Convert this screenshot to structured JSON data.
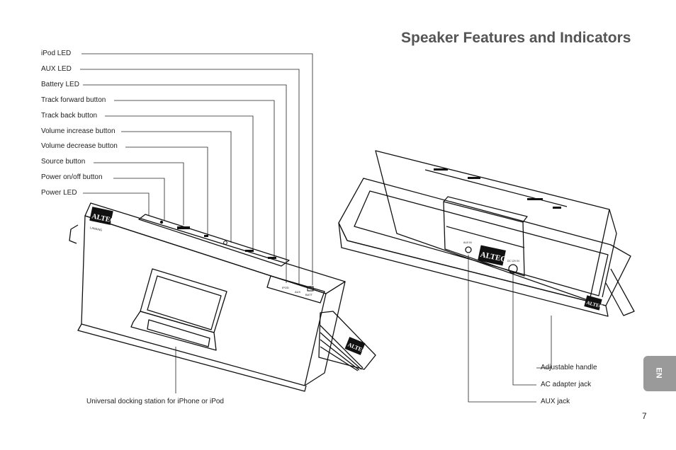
{
  "title": "Speaker Features and Indicators",
  "left_labels": [
    "iPod LED",
    "AUX LED",
    "Battery LED",
    "Track forward button",
    "Track back button",
    "Volume increase button",
    "Volume decrease button",
    "Source button",
    "Power on/off button",
    "Power LED"
  ],
  "dock_label": "Universal docking station for iPhone or iPod",
  "right_labels": {
    "handle": "Adjustable handle",
    "ac_jack": "AC adapter jack",
    "aux_jack": "AUX jack"
  },
  "device_markings": {
    "brand": "ALTEC",
    "sub": "LANSING",
    "led_ipod": "IPOD",
    "led_aux": "AUX",
    "led_batt": "BATT",
    "aux_in": "AUX IN",
    "dc_in": "DC 12V IN"
  },
  "language_tab": "EN",
  "page_number": "7"
}
